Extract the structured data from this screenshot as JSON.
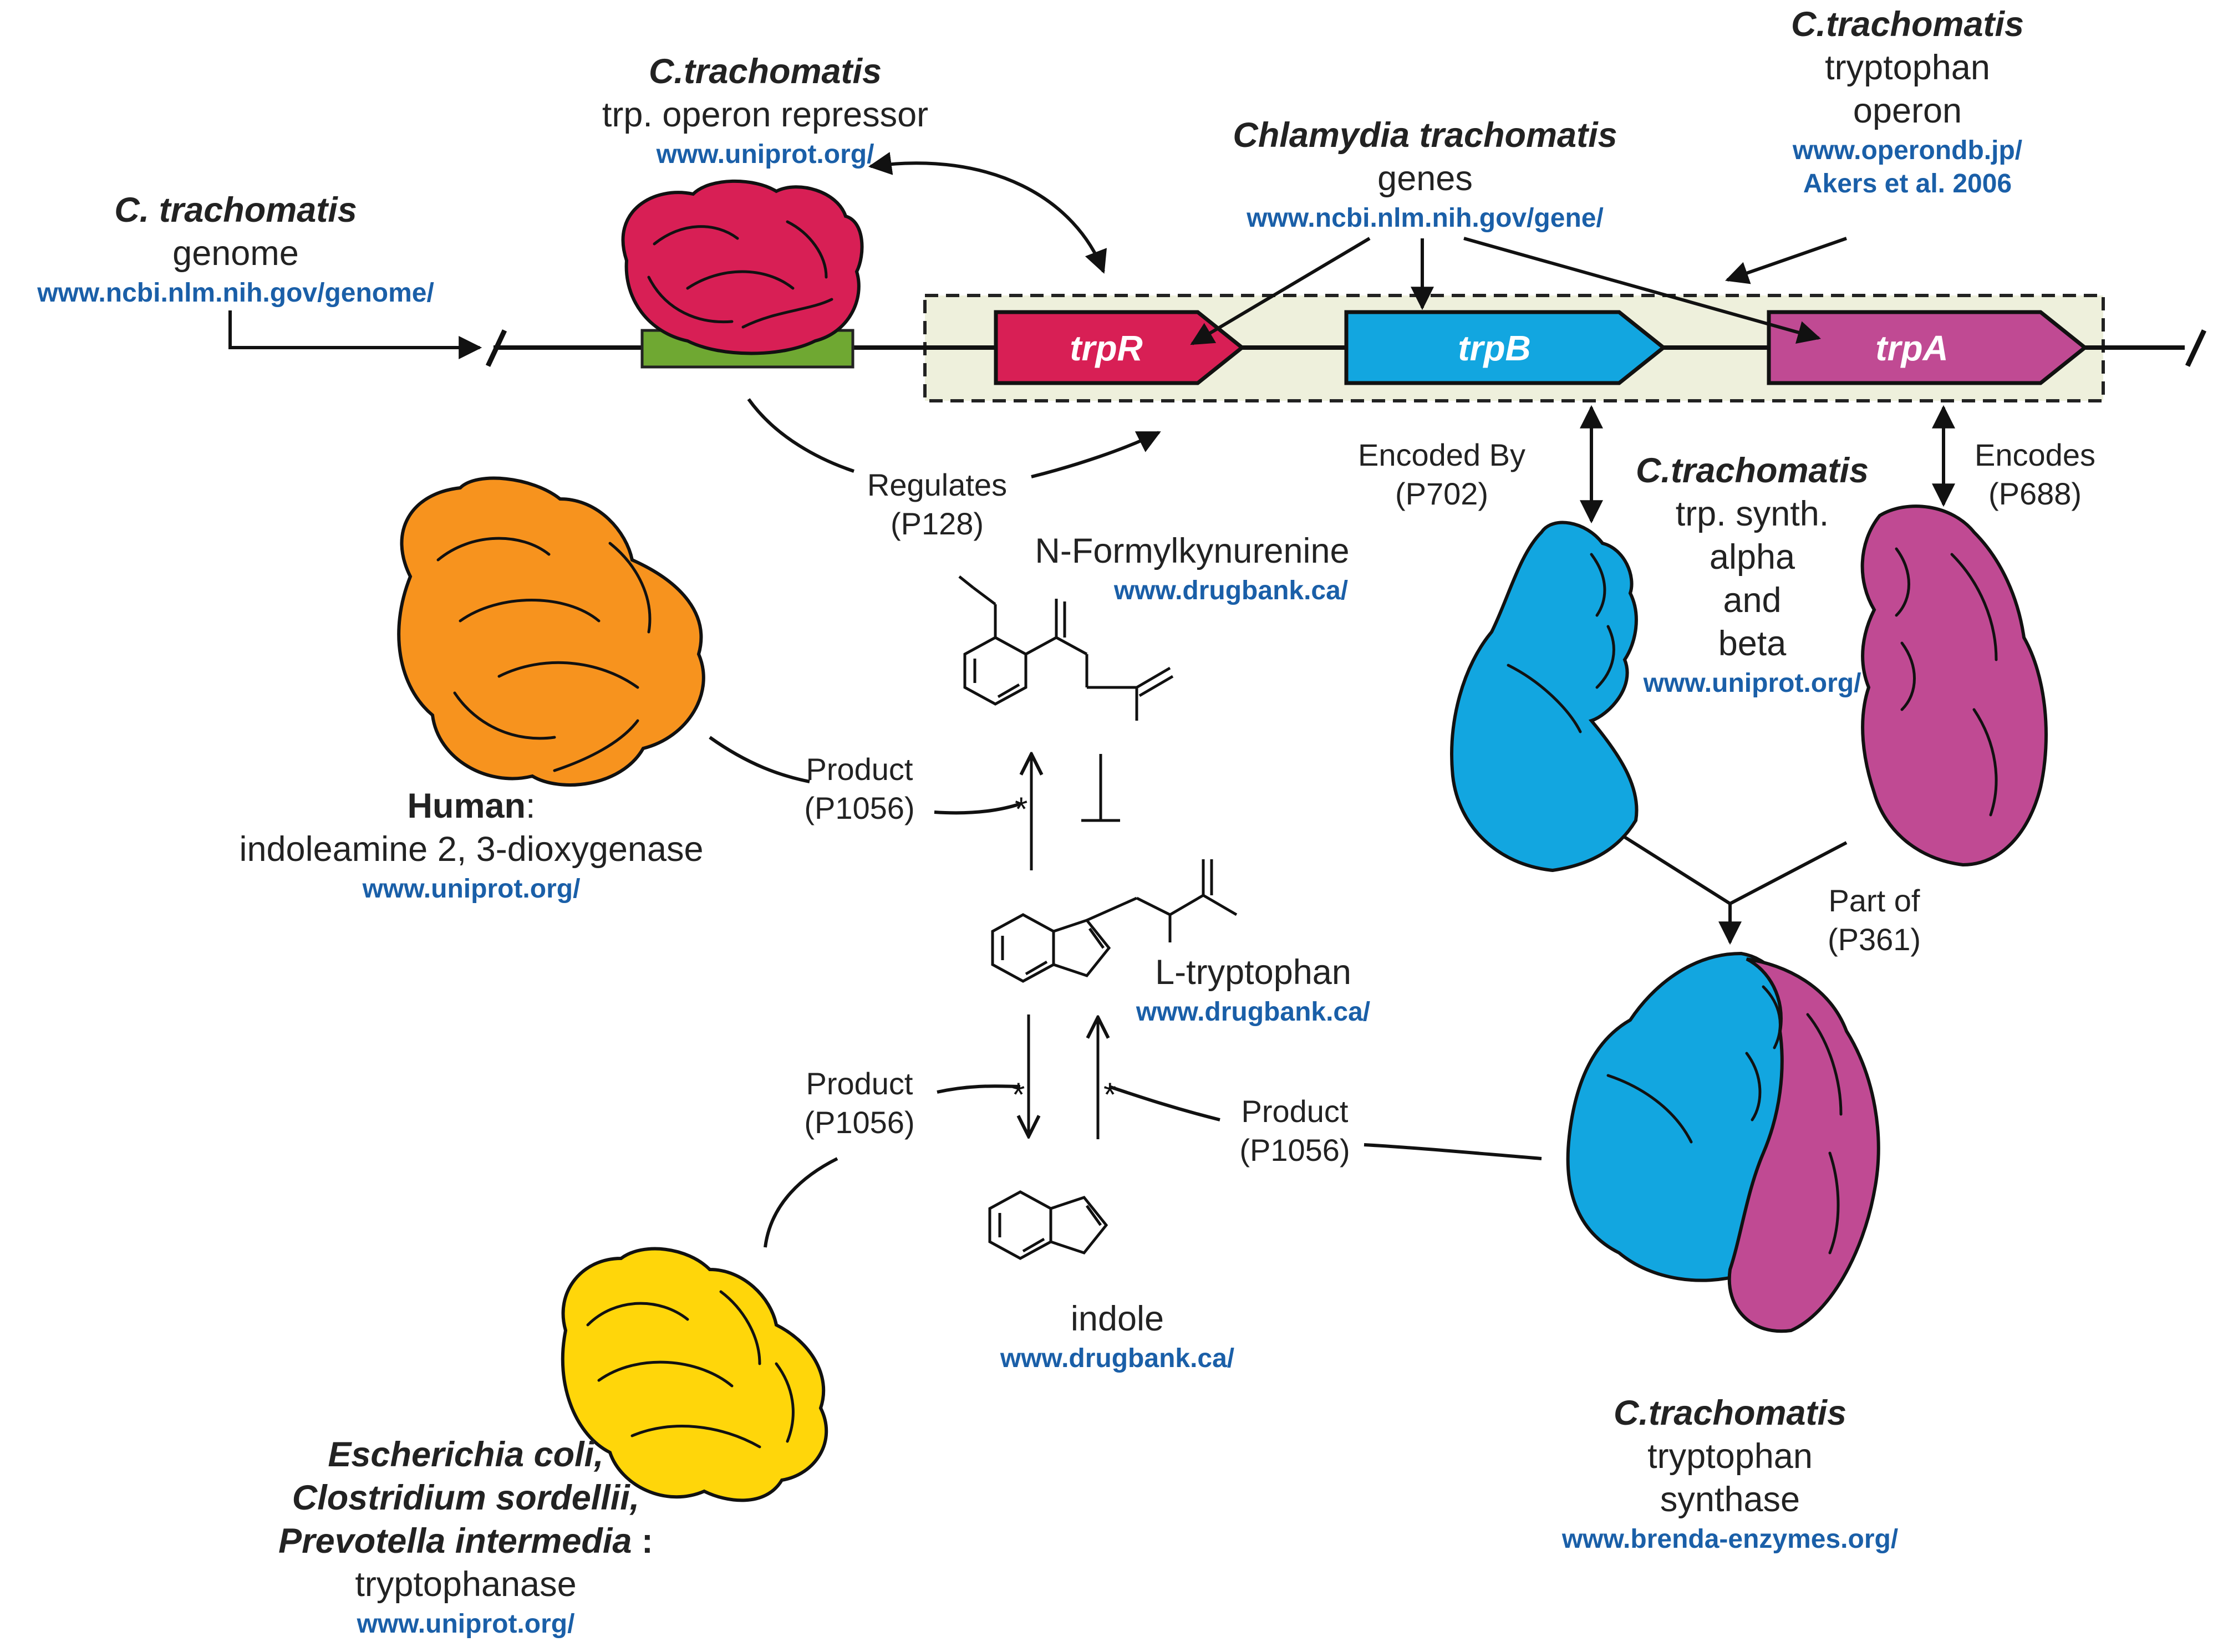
{
  "colors": {
    "repressor": "#d81f55",
    "repressor_site": "#6fa832",
    "trpR": "#d81f55",
    "trpB": "#12a6e0",
    "trpA": "#c04a93",
    "idoHuman": "#f7931e",
    "tryptophanase": "#ffd60a",
    "url": "#1a5fa8",
    "operonBox": "#eef0dc"
  },
  "genome": {
    "org": "C. trachomatis",
    "label": "genome",
    "url": "www.ncbi.nlm.nih.gov/genome/"
  },
  "repressor": {
    "org": "C.trachomatis",
    "label": "trp. operon repressor",
    "url": "www.uniprot.org/"
  },
  "genes_group": {
    "org": "Chlamydia trachomatis",
    "label": "genes",
    "url": "www.ncbi.nlm.nih.gov/gene/"
  },
  "operon": {
    "org": "C.trachomatis",
    "label_line1": "tryptophan",
    "label_line2": "operon",
    "url1": "www.operondb.jp/",
    "url2": "Akers et al. 2006"
  },
  "genes": [
    {
      "name": "trpR"
    },
    {
      "name": "trpB"
    },
    {
      "name": "trpA"
    }
  ],
  "relations": {
    "regulates": {
      "line1": "Regulates",
      "line2": "(P128)"
    },
    "encoded_by": {
      "line1": "Encoded By",
      "line2": "(P702)"
    },
    "encodes": {
      "line1": "Encodes",
      "line2": "(P688)"
    },
    "part_of": {
      "line1": "Part of",
      "line2": "(P361)"
    },
    "product_ido": {
      "line1": "Product",
      "line2": "(P1056)"
    },
    "product_tnase": {
      "line1": "Product",
      "line2": "(P1056)"
    },
    "product_synthase": {
      "line1": "Product",
      "line2": "(P1056)"
    }
  },
  "subunits": {
    "org": "C.trachomatis",
    "line1": "trp. synth.",
    "line2": "alpha",
    "line3": "and",
    "line4": "beta",
    "url": "www.uniprot.org/"
  },
  "synthase": {
    "org": "C.trachomatis",
    "line1": "tryptophan",
    "line2": "synthase",
    "url": "www.brenda-enzymes.org/"
  },
  "human_ido": {
    "org": "Human",
    "label": "indoleamine 2, 3-dioxygenase",
    "url": "www.uniprot.org/"
  },
  "tryptophanase": {
    "org_line1": "Escherichia coli,",
    "org_line2": "Clostridium sordellii,",
    "org_line3": "Prevotella intermedia",
    "org_suffix": " :",
    "label": "tryptophanase",
    "url": "www.uniprot.org/"
  },
  "compounds": {
    "nfk": {
      "name": "N-Formylkynurenine",
      "url": "www.drugbank.ca/"
    },
    "trp": {
      "name": "L-tryptophan",
      "url": "www.drugbank.ca/"
    },
    "indole": {
      "name": "indole",
      "url": "www.drugbank.ca/"
    }
  }
}
